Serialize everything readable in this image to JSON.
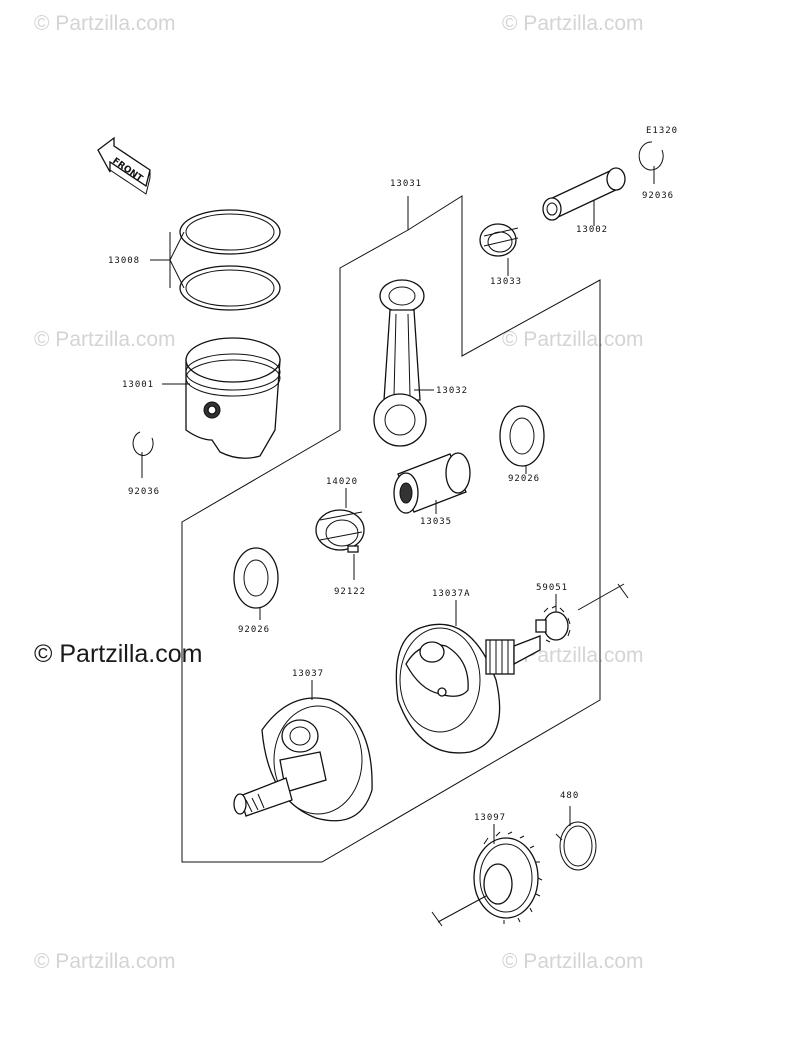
{
  "watermark": {
    "small": "© Partzilla.com",
    "main": "© Partzilla.com"
  },
  "diagram": {
    "code": "E1320",
    "front_label": "FRONT",
    "parts": {
      "p13008": "13008",
      "p13001": "13001",
      "p92036_left": "92036",
      "p92036_right": "92036",
      "p13031": "13031",
      "p13002": "13002",
      "p13033": "13033",
      "p13032": "13032",
      "p92026_right": "92026",
      "p92026_left": "92026",
      "p14020": "14020",
      "p13035": "13035",
      "p92122": "92122",
      "p13037A": "13037A",
      "p59051": "59051",
      "p13037": "13037",
      "p480": "480",
      "p13097": "13097"
    }
  }
}
